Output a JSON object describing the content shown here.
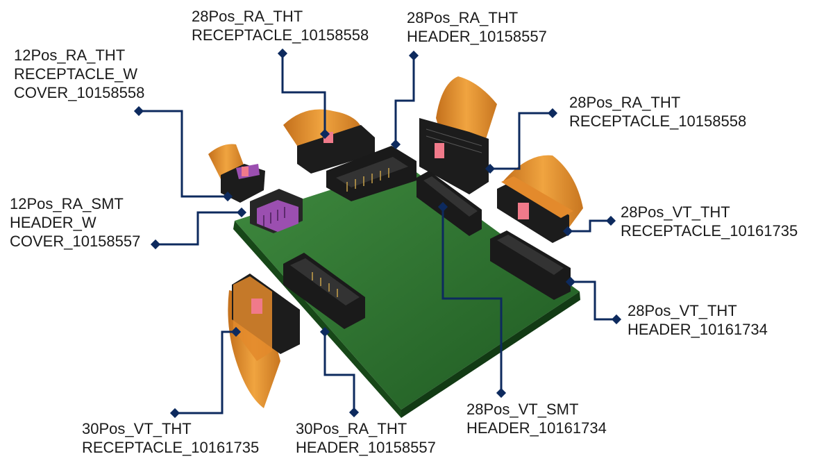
{
  "colors": {
    "leader": "#0d2a5e",
    "pcb": "#2e6a2e",
    "connector": "#1e1e1e",
    "ribbon": "#e2902f",
    "latch_pink": "#f07a8a",
    "cover_purple": "#9b4fb0"
  },
  "labels": {
    "rcp12": {
      "line1": "12Pos_RA_THT",
      "line2": "RECEPTACLE_W",
      "line3": "COVER_10158558"
    },
    "hdr12": {
      "line1": "12Pos_RA_SMT",
      "line2": "HEADER_W",
      "line3": "COVER_10158557"
    },
    "rcp28ra_top": {
      "line1": "28Pos_RA_THT",
      "line2": "RECEPTACLE_10158558"
    },
    "hdr28ra_top": {
      "line1": "28Pos_RA_THT",
      "line2": "HEADER_10158557"
    },
    "rcp28ra_right": {
      "line1": "28Pos_RA_THT",
      "line2": "RECEPTACLE_10158558"
    },
    "rcp28vt": {
      "line1": "28Pos_VT_THT",
      "line2": "RECEPTACLE_10161735"
    },
    "hdr28vt": {
      "line1": "28Pos_VT_THT",
      "line2": "HEADER_10161734"
    },
    "hdr28smt": {
      "line1": "28Pos_VT_SMT",
      "line2": "HEADER_10161734"
    },
    "hdr30ra": {
      "line1": "30Pos_RA_THT",
      "line2": "HEADER_10158557"
    },
    "rcp30vt": {
      "line1": "30Pos_VT_THT",
      "line2": "RECEPTACLE_10161735"
    }
  }
}
